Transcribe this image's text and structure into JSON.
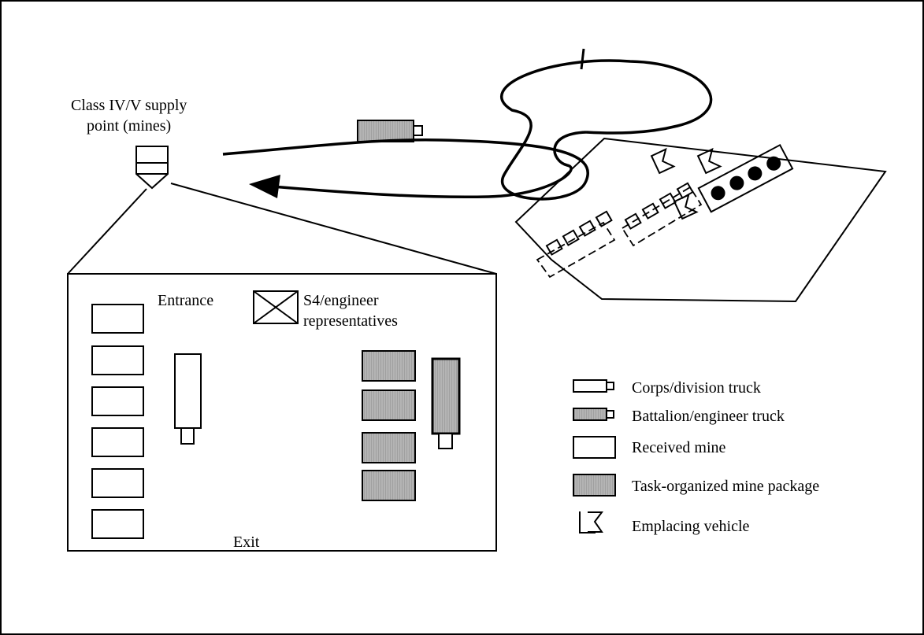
{
  "supply_point": {
    "label_line1": "Class IV/V supply",
    "label_line2": "point (mines)"
  },
  "inset": {
    "entrance_label": "Entrance",
    "exit_label": "Exit",
    "s4_label_line1": "S4/engineer",
    "s4_label_line2": "representatives",
    "received_mine_count": 6,
    "mine_package_count": 4
  },
  "legend": {
    "items": [
      {
        "symbol": "white-truck-icon",
        "label": "Corps/division truck"
      },
      {
        "symbol": "gray-truck-icon",
        "label": "Battalion/engineer truck"
      },
      {
        "symbol": "white-box-icon",
        "label": "Received mine"
      },
      {
        "symbol": "gray-box-icon",
        "label": "Task-organized mine package"
      },
      {
        "symbol": "emplacing-vehicle-icon",
        "label": "Emplacing vehicle"
      }
    ]
  },
  "colors": {
    "stroke": "#000000",
    "gray_fill": "#a9a9a9",
    "background": "#ffffff"
  }
}
